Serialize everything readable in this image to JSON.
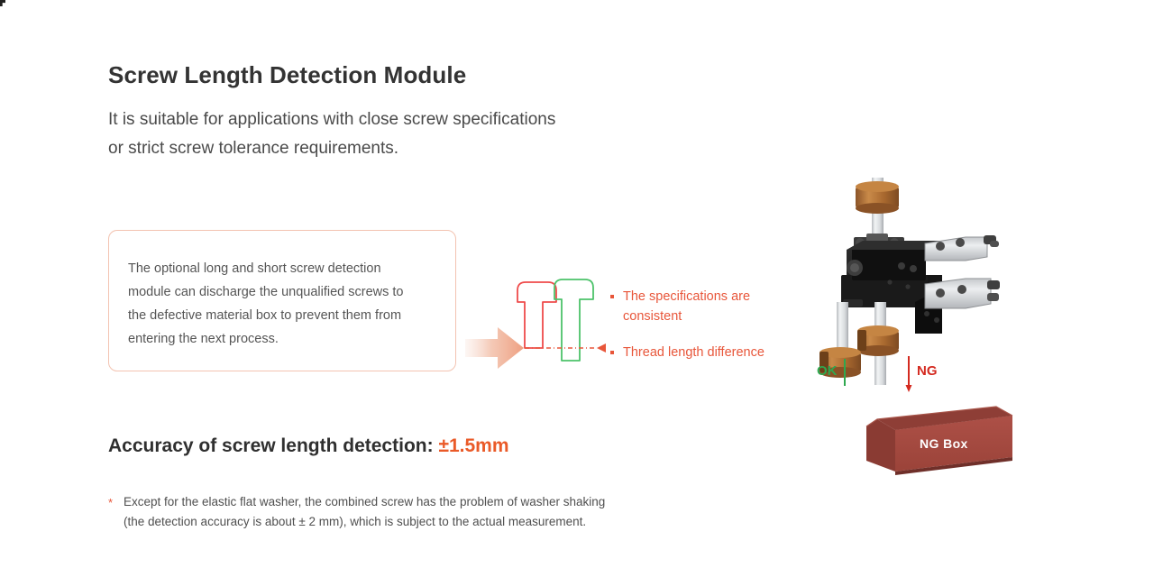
{
  "page": {
    "background_color": "#ffffff",
    "accent_orange": "#e8563a",
    "accent_highlight": "#ea5a28",
    "ok_green": "#2fa84f",
    "ng_red": "#d42a20",
    "callout_border": "#f3c3b1"
  },
  "header": {
    "title": "Screw Length Detection Module",
    "subtitle_line1": "It is suitable for applications with close screw specifications",
    "subtitle_line2": "or strict screw tolerance requirements."
  },
  "callout": {
    "line1": "The optional long and short screw detection",
    "line2": "module can discharge the unqualified screws to",
    "line3": "the defective material box to prevent them from",
    "line4": "entering the next process."
  },
  "diagram": {
    "flow_arrow_icon": "arrow-right-icon",
    "screw_left_color": "#ef4b4b",
    "screw_right_color": "#4cc26a",
    "measure_line_color": "#e8563a",
    "bullets": [
      {
        "line1": "The specifications are",
        "line2": "consistent"
      },
      {
        "line1": "Thread length difference",
        "line2": ""
      }
    ]
  },
  "machine": {
    "ok_label": "OK",
    "ng_label": "NG",
    "ng_box_label": "NG Box",
    "body_color": "#1d1d1d",
    "collar_color": "#b5733a",
    "rod_color": "#e8e8e8",
    "cylinder_color": "#d5d7d9",
    "ngbox_front_color": "#a84b41",
    "ngbox_side_color": "#8e3e36",
    "ngbox_inner_color": "#9d4439"
  },
  "accuracy": {
    "label": "Accuracy of screw length detection: ",
    "value": "±1.5mm"
  },
  "footnote": {
    "marker": "*",
    "line1": "Except for the elastic flat washer, the combined screw has the problem of washer shaking",
    "line2": "(the detection accuracy is about ± 2 mm), which is subject to the actual measurement."
  }
}
